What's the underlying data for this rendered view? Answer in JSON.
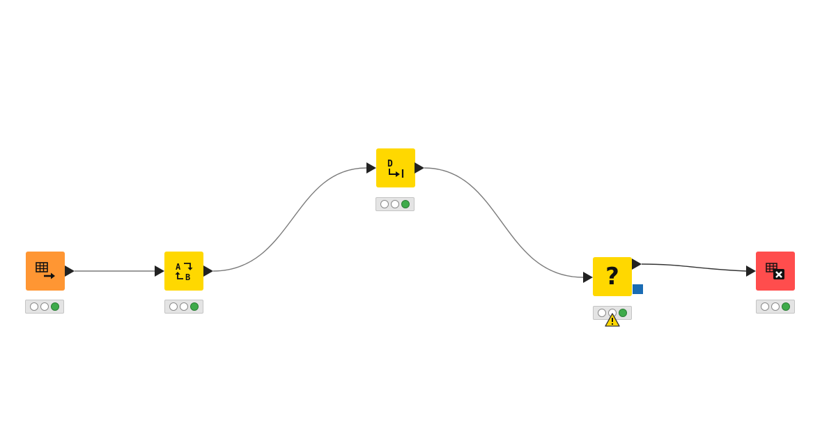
{
  "workflow": {
    "nodes": [
      {
        "id": "table-creator",
        "color": "#ff9633",
        "icon": "table-arrow-icon",
        "status": "executed"
      },
      {
        "id": "column-rename",
        "color": "#ffd800",
        "icon": "rename-ab-icon",
        "status": "executed"
      },
      {
        "id": "double-to-int",
        "color": "#ffd800",
        "icon": "d-to-i-icon",
        "status": "executed"
      },
      {
        "id": "missing-node",
        "color": "#ffd800",
        "icon": "question-mark-icon",
        "status": "executed-with-warning",
        "label": "?"
      },
      {
        "id": "table-delete",
        "color": "#ff4d4d",
        "icon": "table-x-icon",
        "status": "executed"
      }
    ],
    "connections": [
      {
        "from": "table-creator",
        "to": "column-rename"
      },
      {
        "from": "column-rename",
        "to": "double-to-int"
      },
      {
        "from": "double-to-int",
        "to": "missing-node"
      },
      {
        "from": "missing-node",
        "to": "table-delete"
      }
    ],
    "colors": {
      "source": "#ff9633",
      "manipulator": "#ffd800",
      "sink": "#ff4d4d",
      "status_green": "#3fab4b",
      "warning": "#ffd800",
      "flow_variable_port": "#1a6cb4"
    }
  }
}
